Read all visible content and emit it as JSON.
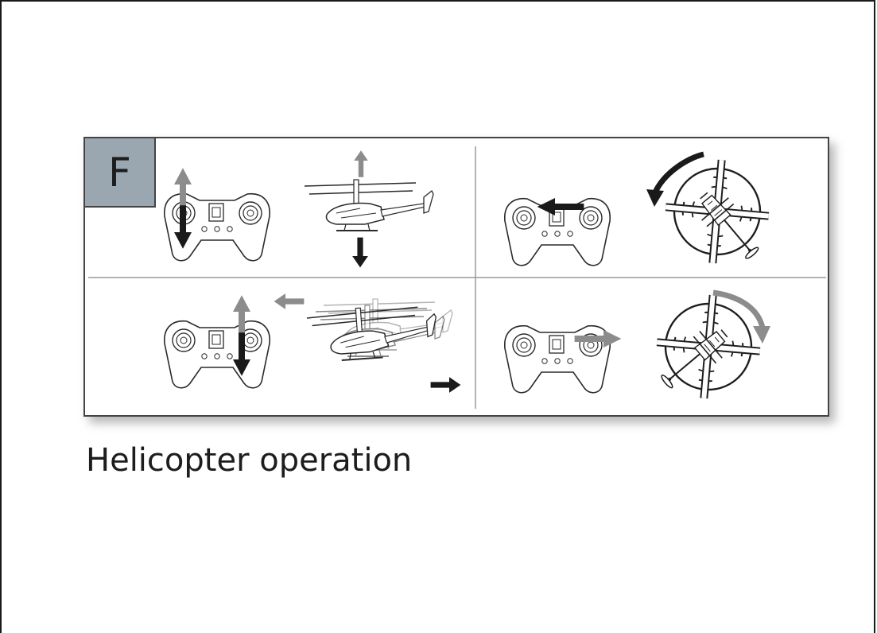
{
  "section_label": "F",
  "caption": "Helicopter operation",
  "colors": {
    "label_box": "#9aa7b0",
    "arrow_dark": "#1a1a1a",
    "arrow_gray": "#8c8c8c",
    "line": "#2a2a2a"
  },
  "icons": {
    "controller": "remote-controller-icon",
    "helicopter_side": "helicopter-side-icon",
    "helicopter_top": "helicopter-top-icon"
  },
  "cells": [
    {
      "name": "throttle-up-down",
      "arrows": [
        "stick-up-gray",
        "stick-down-dark",
        "heli-up-gray",
        "heli-down-dark"
      ]
    },
    {
      "name": "rotate-left",
      "arrows": [
        "stick-left-dark",
        "rotate-ccw-dark"
      ]
    },
    {
      "name": "forward-backward",
      "arrows": [
        "stick-up-gray",
        "stick-down-dark",
        "heli-forward-gray",
        "heli-backward-dark"
      ]
    },
    {
      "name": "rotate-right",
      "arrows": [
        "stick-right-gray",
        "rotate-cw-gray"
      ]
    }
  ]
}
